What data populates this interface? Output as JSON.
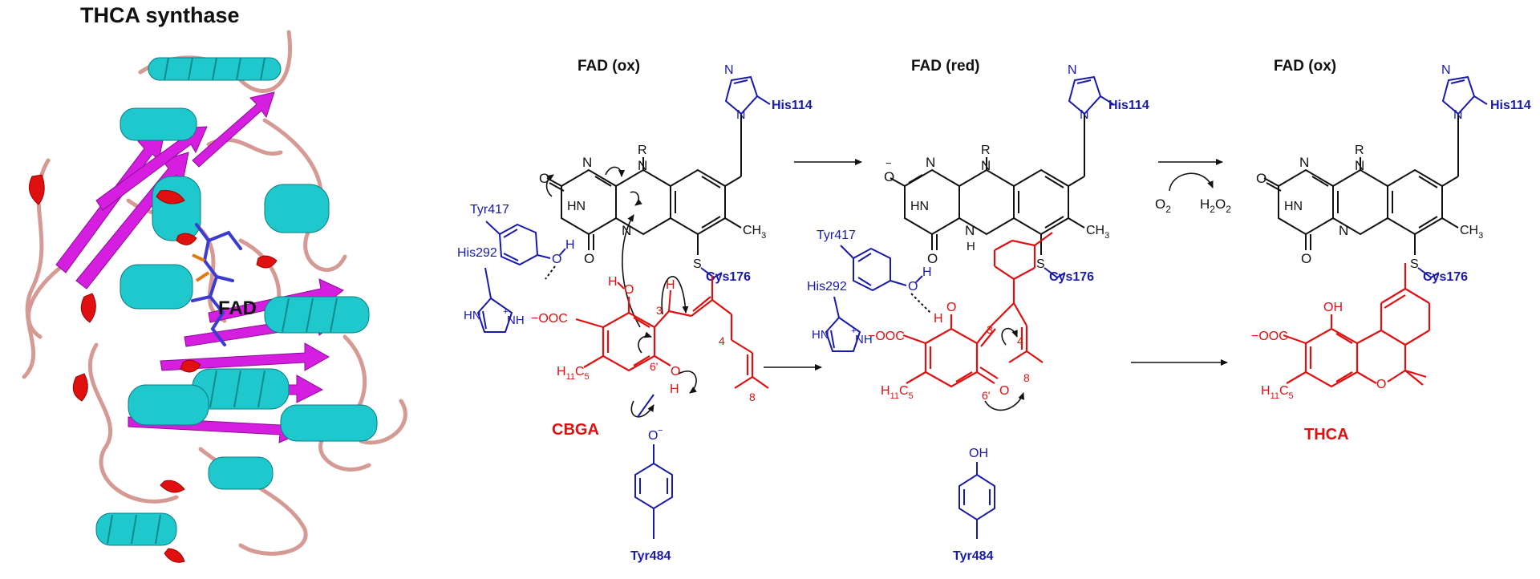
{
  "protein": {
    "title": "THCA synthase",
    "cofactor_label": "FAD",
    "colors": {
      "helix": "#1fc8cc",
      "sheet": "#d51ee0",
      "turn": "#e01010",
      "loop": "#d69a94"
    }
  },
  "states": {
    "ox1": "FAD (ox)",
    "red": "FAD (red)",
    "ox2": "FAD (ox)"
  },
  "residues": {
    "his114": "His114",
    "cys176": "Cys176",
    "tyr417": "Tyr417",
    "his292": "His292",
    "tyr484": "Tyr484"
  },
  "atoms": {
    "N": "N",
    "O": "O",
    "S": "S",
    "R": "R",
    "H": "H",
    "HN": "HN",
    "NH": "NH",
    "NH_plus": "+",
    "minus": "−",
    "CH3": "CH",
    "CH3_sub": "3",
    "HN_ring": "HN",
    "OH": "OH",
    "H11C5": "H",
    "H11": "11",
    "C5_C": "C",
    "C5_5": "5",
    "OOC": "OOC",
    "O_minus_label": "O"
  },
  "oxygen_reaction": {
    "o2": "O",
    "o2_sub": "2",
    "h2o2_h": "H",
    "h2o2_2a": "2",
    "h2o2_o": "O",
    "h2o2_2b": "2"
  },
  "locants": {
    "c3": "3",
    "c4": "4",
    "c8": "8",
    "c6p": "6'"
  },
  "compounds": {
    "substrate": "CBGA",
    "product": "THCA"
  },
  "colors": {
    "enzyme_residue": "#1a1aa8",
    "substrate": "#dd1111",
    "cofactor": "#111111"
  }
}
